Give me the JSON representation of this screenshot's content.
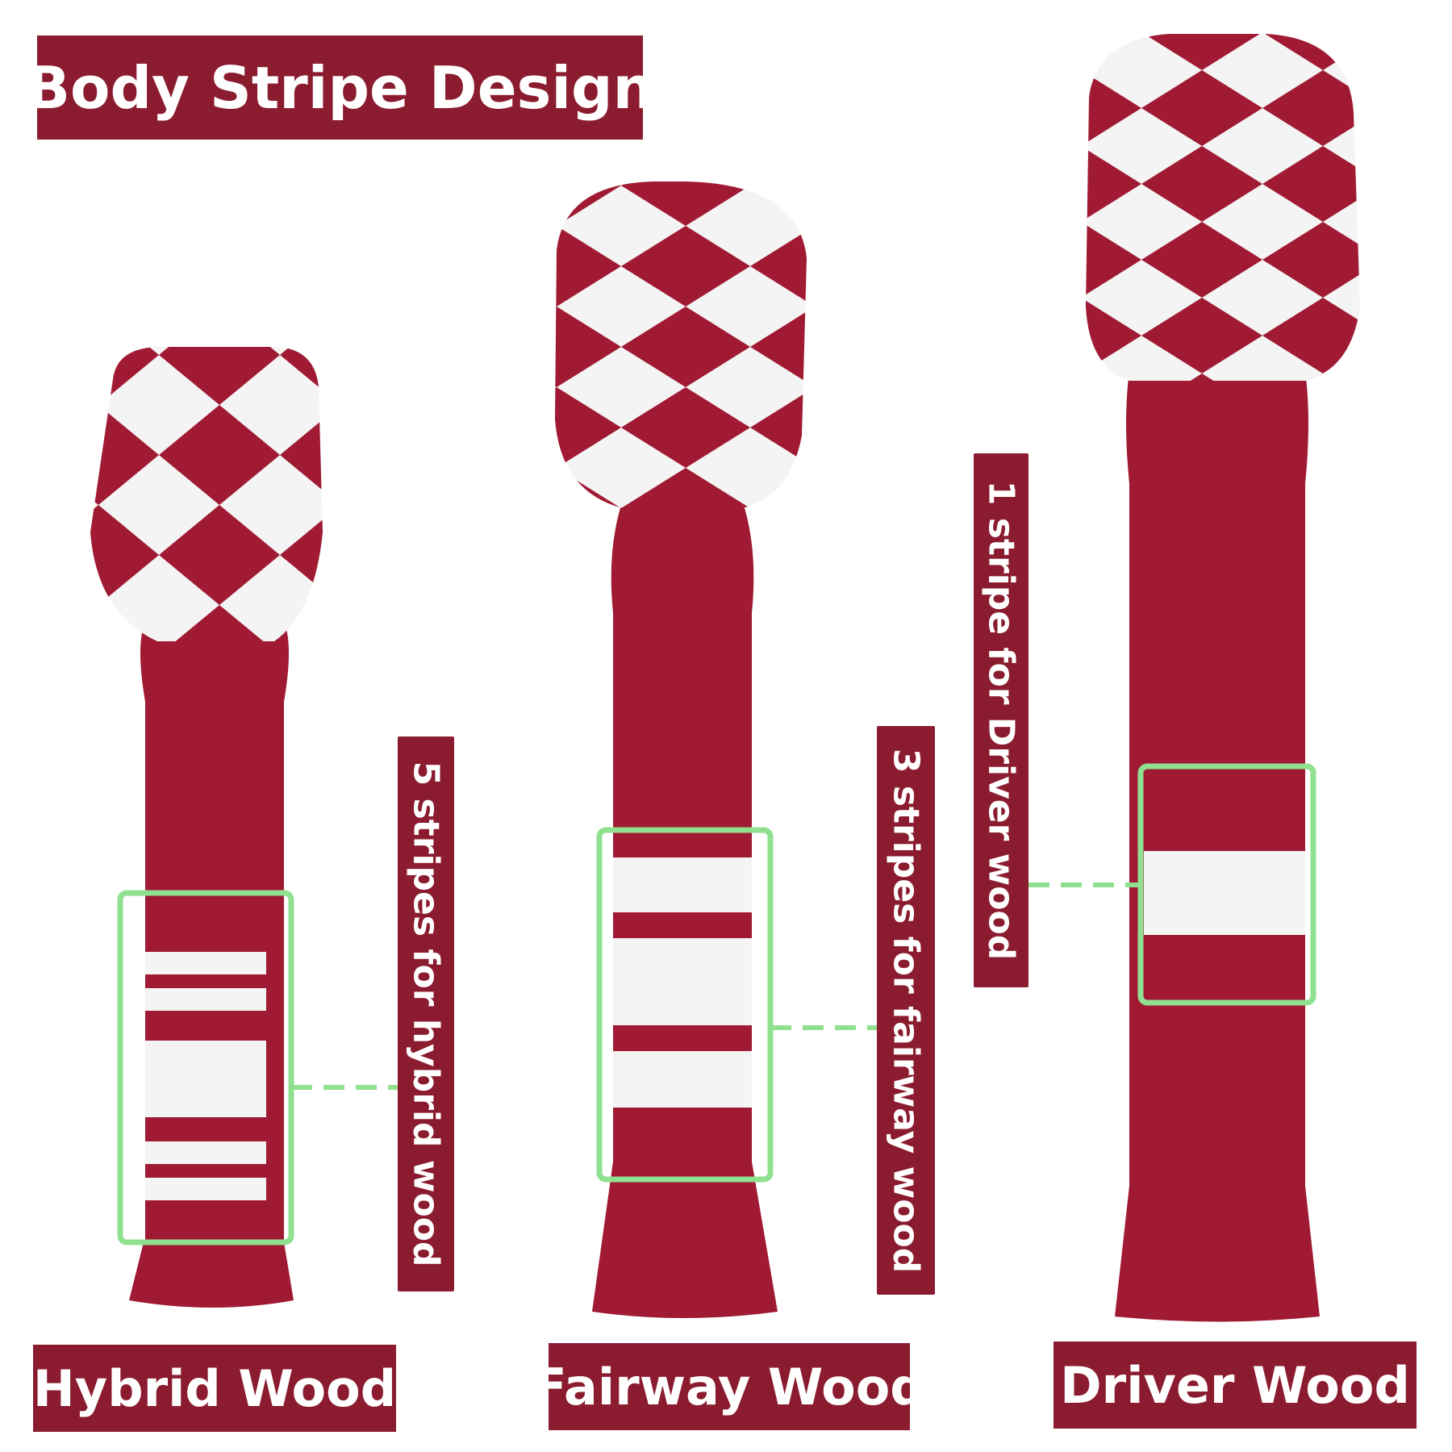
{
  "title": "Body Stripe Design",
  "covers": [
    {
      "name": "Hybrid Wood",
      "note": "5 stripes for hybrid wood",
      "stripe_count": 5
    },
    {
      "name": "Fairway Wood",
      "note": "3 stripes for fairway wood",
      "stripe_count": 3
    },
    {
      "name": "Driver Wood",
      "note": "1 stripe for Driver wood",
      "stripe_count": 1
    }
  ],
  "colors": {
    "knit_red": "#a01a33",
    "knit_white": "#f4f4f4",
    "label_bg": "#8b1c2f",
    "highlight_green": "#8fe08f"
  }
}
